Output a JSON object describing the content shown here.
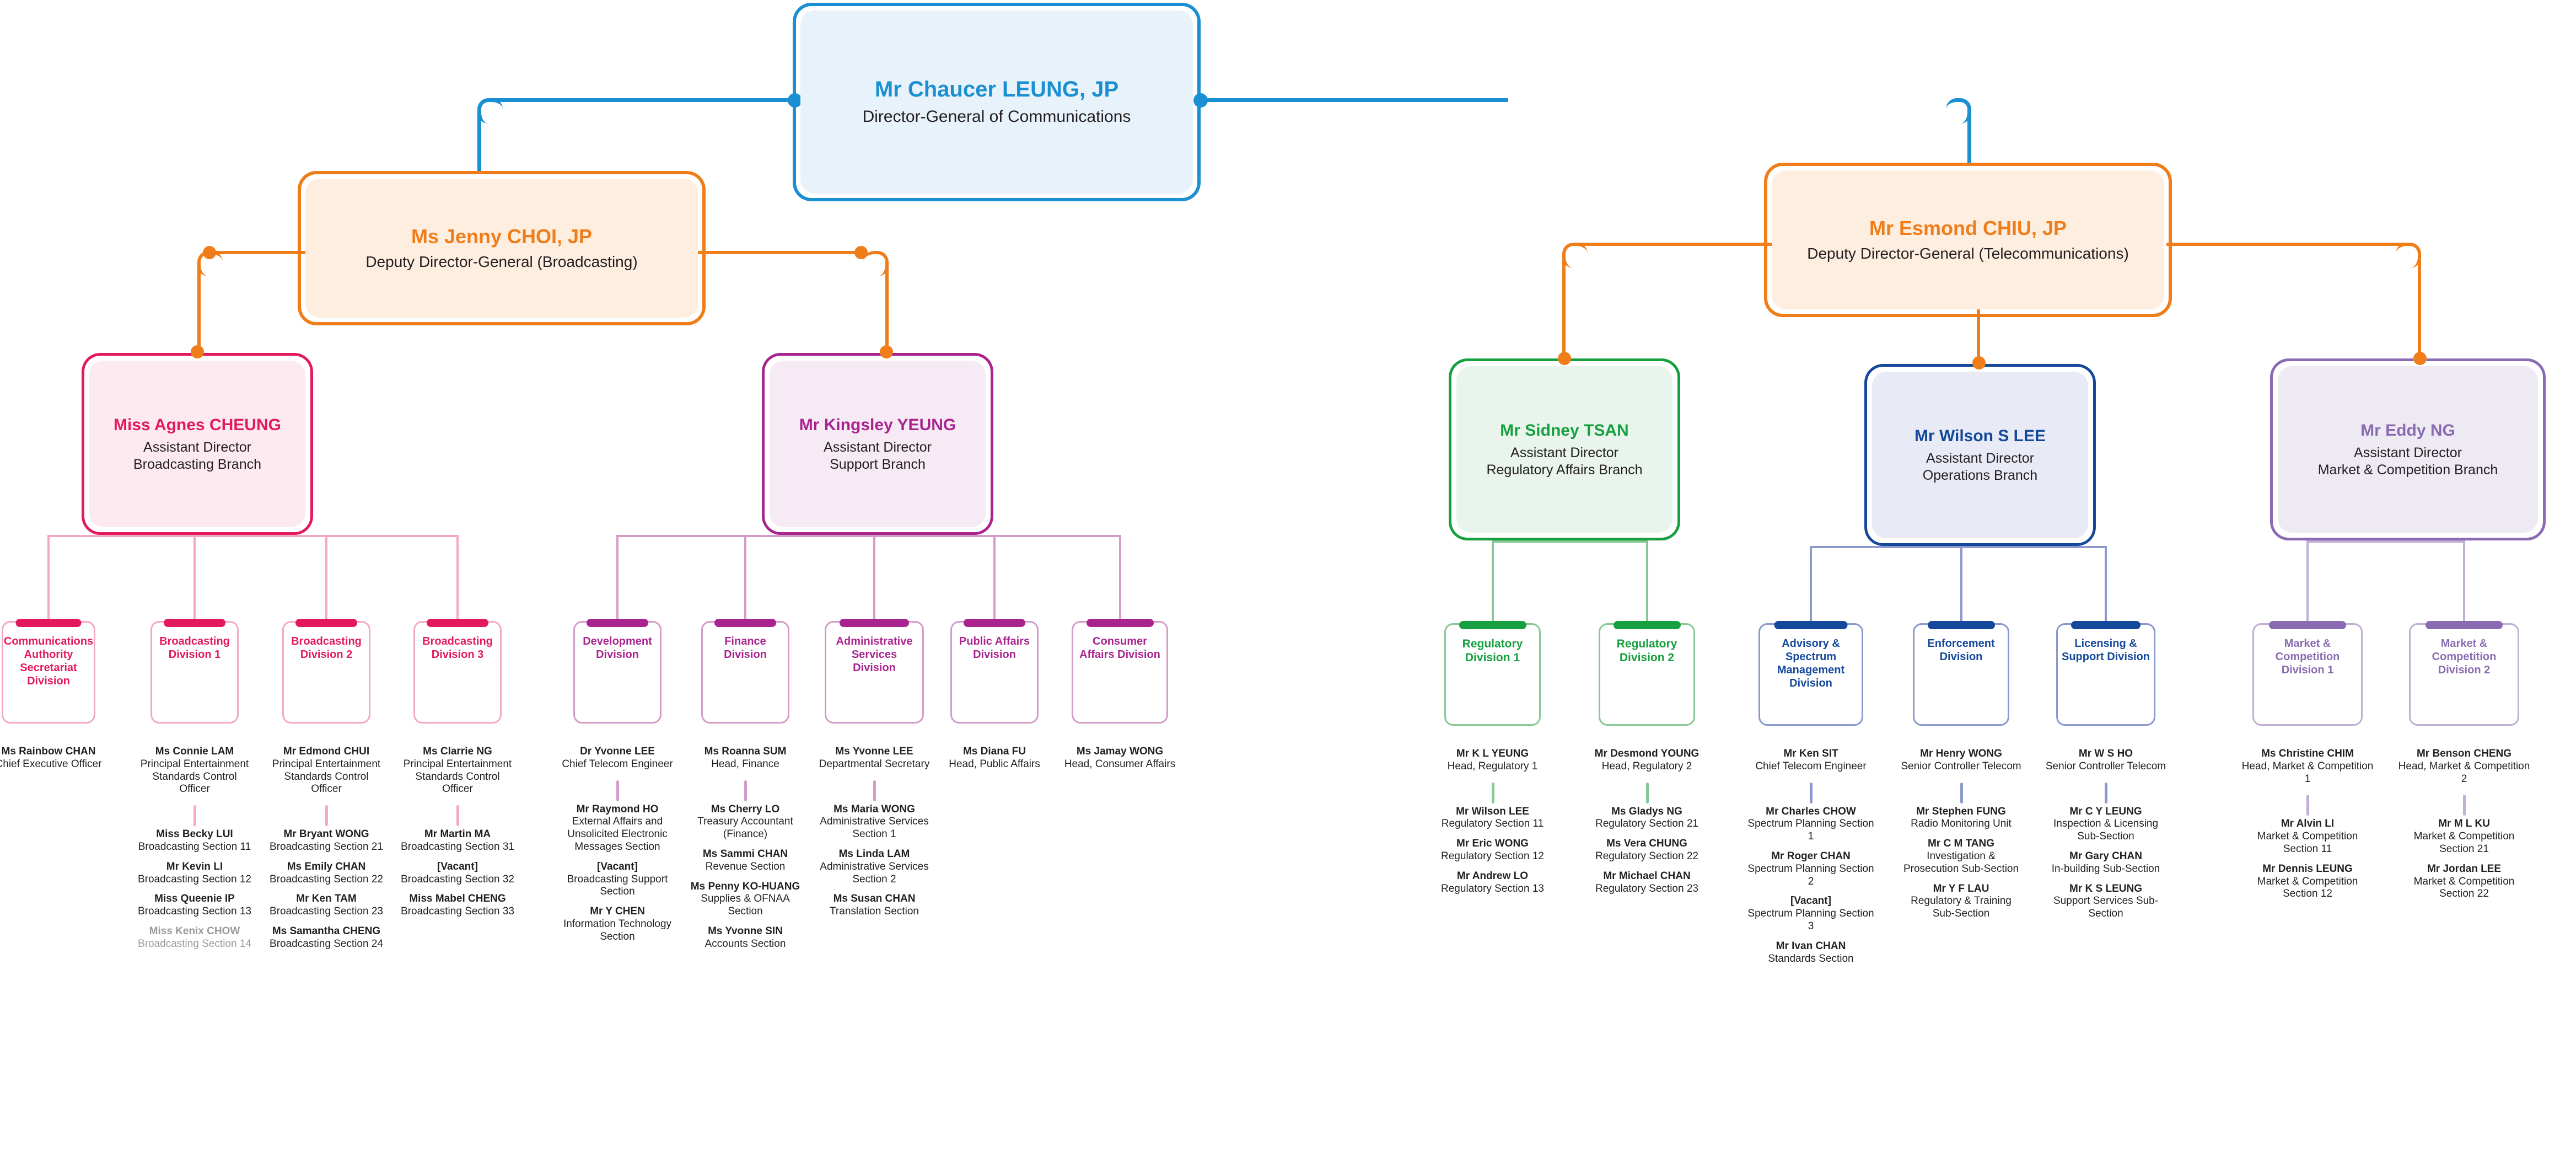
{
  "colors": {
    "blue": "#1a8fd1",
    "orange": "#ef7d1a",
    "pink": "#e3195f",
    "pink_light": "#f4a9bf",
    "purple": "#a9248f",
    "purple_light": "#d49cc8",
    "green": "#17a03f",
    "green_light": "#88c894",
    "navy": "#14489b",
    "navy_light": "#8b99cf",
    "violet": "#8a6bb1",
    "violet_light": "#c0aed6",
    "grey_text": "#9a9a9a"
  },
  "director": {
    "name": "Mr Chaucer LEUNG, JP",
    "title": "Director-General of Communications"
  },
  "deputies": [
    {
      "name": "Ms Jenny CHOI, JP",
      "title": "Deputy Director-General (Broadcasting)"
    },
    {
      "name": "Mr Esmond CHIU, JP",
      "title": "Deputy Director-General (Telecommunications)"
    }
  ],
  "branches": [
    {
      "id": "broadcasting",
      "name": "Miss Agnes CHEUNG",
      "title_line1": "Assistant Director",
      "title_line2": "Broadcasting Branch",
      "divisions": [
        {
          "label": "Communications Authority Secretariat Division",
          "staff": [
            {
              "name": "Ms Rainbow CHAN",
              "role": "Chief Executive Officer",
              "dim": false
            }
          ],
          "stub_after": -1
        },
        {
          "label": "Broadcasting Division 1",
          "staff": [
            {
              "name": "Ms Connie LAM",
              "role": "Principal Entertainment Standards Control Officer",
              "dim": false
            },
            {
              "name": "Miss Becky LUI",
              "role": "Broadcasting Section 11",
              "dim": false
            },
            {
              "name": "Mr Kevin LI",
              "role": "Broadcasting Section 12",
              "dim": false
            },
            {
              "name": "Miss Queenie IP",
              "role": "Broadcasting Section 13",
              "dim": false
            },
            {
              "name": "Miss Kenix CHOW",
              "role": "Broadcasting Section 14",
              "dim": true
            }
          ],
          "stub_after": 0
        },
        {
          "label": "Broadcasting Division 2",
          "staff": [
            {
              "name": "Mr Edmond CHUI",
              "role": "Principal Entertainment Standards Control Officer",
              "dim": false
            },
            {
              "name": "Mr Bryant WONG",
              "role": "Broadcasting Section 21",
              "dim": false
            },
            {
              "name": "Ms Emily CHAN",
              "role": "Broadcasting Section 22",
              "dim": false
            },
            {
              "name": "Mr Ken TAM",
              "role": "Broadcasting Section 23",
              "dim": false
            },
            {
              "name": "Ms Samantha CHENG",
              "role": "Broadcasting Section 24",
              "dim": false
            }
          ],
          "stub_after": 0
        },
        {
          "label": "Broadcasting Division 3",
          "staff": [
            {
              "name": "Ms Clarrie NG",
              "role": "Principal Entertainment Standards Control Officer",
              "dim": false
            },
            {
              "name": "Mr Martin MA",
              "role": "Broadcasting Section 31",
              "dim": false
            },
            {
              "name": "[Vacant]",
              "role": "Broadcasting Section 32",
              "dim": false
            },
            {
              "name": "Miss Mabel CHENG",
              "role": "Broadcasting Section 33",
              "dim": false
            }
          ],
          "stub_after": 0
        }
      ]
    },
    {
      "id": "support",
      "name": "Mr Kingsley YEUNG",
      "title_line1": "Assistant Director",
      "title_line2": "Support Branch",
      "divisions": [
        {
          "label": "Development Division",
          "staff": [
            {
              "name": "Dr Yvonne LEE",
              "role": "Chief Telecom Engineer",
              "dim": false
            },
            {
              "name": "Mr Raymond HO",
              "role": "External Affairs and Unsolicited Electronic Messages Section",
              "dim": false
            },
            {
              "name": "[Vacant]",
              "role": "Broadcasting Support Section",
              "dim": false
            },
            {
              "name": "Mr Y CHEN",
              "role": "Information Technology Section",
              "dim": false
            }
          ],
          "stub_after": 0
        },
        {
          "label": "Finance Division",
          "staff": [
            {
              "name": "Ms Roanna SUM",
              "role": "Head, Finance",
              "dim": false
            },
            {
              "name": "Ms Cherry LO",
              "role": "Treasury Accountant (Finance)",
              "dim": false
            },
            {
              "name": "Ms Sammi CHAN",
              "role": "Revenue Section",
              "dim": false
            },
            {
              "name": "Ms Penny KO-HUANG",
              "role": "Supplies & OFNAA Section",
              "dim": false
            },
            {
              "name": "Ms Yvonne SIN",
              "role": "Accounts Section",
              "dim": false
            }
          ],
          "stub_after": 0
        },
        {
          "label": "Administrative Services Division",
          "staff": [
            {
              "name": "Ms Yvonne LEE",
              "role": "Departmental Secretary",
              "dim": false
            },
            {
              "name": "Ms Maria WONG",
              "role": "Administrative Services Section 1",
              "dim": false
            },
            {
              "name": "Ms Linda LAM",
              "role": "Administrative Services Section 2",
              "dim": false
            },
            {
              "name": "Ms Susan CHAN",
              "role": "Translation Section",
              "dim": false
            }
          ],
          "stub_after": 0
        },
        {
          "label": "Public Affairs Division",
          "staff": [
            {
              "name": "Ms Diana FU",
              "role": "Head, Public Affairs",
              "dim": false
            }
          ],
          "stub_after": -1
        },
        {
          "label": "Consumer Affairs Division",
          "staff": [
            {
              "name": "Ms Jamay WONG",
              "role": "Head, Consumer Affairs",
              "dim": false
            }
          ],
          "stub_after": -1
        }
      ]
    },
    {
      "id": "regulatory",
      "name": "Mr Sidney TSAN",
      "title_line1": "Assistant Director",
      "title_line2": "Regulatory Affairs Branch",
      "divisions": [
        {
          "label": "Regulatory Division 1",
          "staff": [
            {
              "name": "Mr K L YEUNG",
              "role": "Head, Regulatory 1",
              "dim": false
            },
            {
              "name": "Mr Wilson LEE",
              "role": "Regulatory Section 11",
              "dim": false
            },
            {
              "name": "Mr Eric WONG",
              "role": "Regulatory Section 12",
              "dim": false
            },
            {
              "name": "Mr Andrew LO",
              "role": "Regulatory Section 13",
              "dim": false
            }
          ],
          "stub_after": 0
        },
        {
          "label": "Regulatory Division 2",
          "staff": [
            {
              "name": "Mr Desmond YOUNG",
              "role": "Head, Regulatory 2",
              "dim": false
            },
            {
              "name": "Ms Gladys NG",
              "role": "Regulatory Section 21",
              "dim": false
            },
            {
              "name": "Ms Vera CHUNG",
              "role": "Regulatory Section 22",
              "dim": false
            },
            {
              "name": "Mr Michael CHAN",
              "role": "Regulatory Section 23",
              "dim": false
            }
          ],
          "stub_after": 0
        }
      ]
    },
    {
      "id": "operations",
      "name": "Mr Wilson S LEE",
      "title_line1": "Assistant Director",
      "title_line2": "Operations Branch",
      "divisions": [
        {
          "label": "Advisory & Spectrum Management Division",
          "staff": [
            {
              "name": "Mr Ken SIT",
              "role": "Chief Telecom Engineer",
              "dim": false
            },
            {
              "name": "Mr Charles CHOW",
              "role": "Spectrum Planning Section 1",
              "dim": false
            },
            {
              "name": "Mr Roger CHAN",
              "role": "Spectrum Planning Section 2",
              "dim": false
            },
            {
              "name": "[Vacant]",
              "role": "Spectrum Planning Section 3",
              "dim": false
            },
            {
              "name": "Mr Ivan CHAN",
              "role": "Standards Section",
              "dim": false
            }
          ],
          "stub_after": 0
        },
        {
          "label": "Enforcement Division",
          "staff": [
            {
              "name": "Mr Henry WONG",
              "role": "Senior Controller Telecom",
              "dim": false
            },
            {
              "name": "Mr Stephen FUNG",
              "role": "Radio Monitoring Unit",
              "dim": false
            },
            {
              "name": "Mr C M TANG",
              "role": "Investigation & Prosecution Sub-Section",
              "dim": false
            },
            {
              "name": "Mr Y F LAU",
              "role": "Regulatory & Training Sub-Section",
              "dim": false
            }
          ],
          "stub_after": 0
        },
        {
          "label": "Licensing & Support Division",
          "staff": [
            {
              "name": "Mr W S HO",
              "role": "Senior Controller Telecom",
              "dim": false
            },
            {
              "name": "Mr C Y LEUNG",
              "role": "Inspection & Licensing Sub-Section",
              "dim": false
            },
            {
              "name": "Mr Gary CHAN",
              "role": "In-building Sub-Section",
              "dim": false
            },
            {
              "name": "Mr K S LEUNG",
              "role": "Support Services Sub-Section",
              "dim": false
            }
          ],
          "stub_after": 0
        }
      ]
    },
    {
      "id": "market",
      "name": "Mr Eddy NG",
      "title_line1": "Assistant Director",
      "title_line2": "Market & Competition Branch",
      "divisions": [
        {
          "label": "Market & Competition Division 1",
          "staff": [
            {
              "name": "Ms Christine CHIM",
              "role": "Head, Market & Competition 1",
              "dim": false
            },
            {
              "name": "Mr Alvin LI",
              "role": "Market & Competition Section 11",
              "dim": false
            },
            {
              "name": "Mr Dennis LEUNG",
              "role": "Market & Competition Section 12",
              "dim": false
            }
          ],
          "stub_after": 0
        },
        {
          "label": "Market & Competition Division 2",
          "staff": [
            {
              "name": "Mr Benson CHENG",
              "role": "Head, Market & Competition 2",
              "dim": false
            },
            {
              "name": "Mr M L KU",
              "role": "Market & Competition Section 21",
              "dim": false
            },
            {
              "name": "Mr Jordan LEE",
              "role": "Market & Competition Section 22",
              "dim": false
            }
          ],
          "stub_after": 0
        }
      ]
    }
  ]
}
